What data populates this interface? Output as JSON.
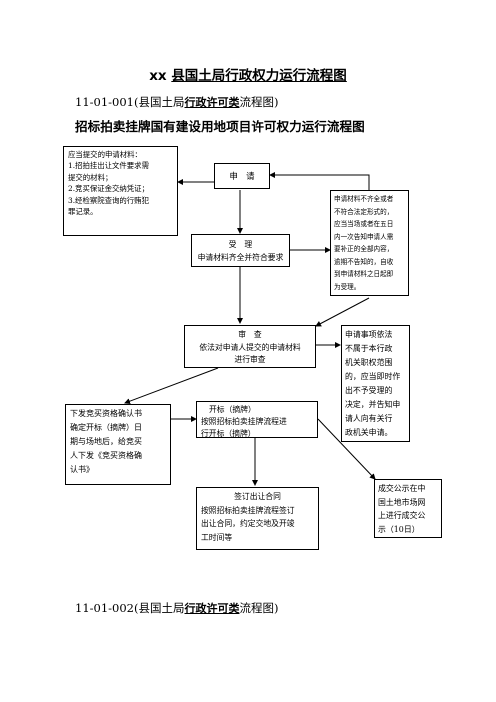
{
  "header": {
    "title_prefix": "xx",
    "title_main": "县国土局行政权力运行流程图"
  },
  "subtitle1": {
    "code": "11-01-001(县国土局",
    "emph": "行政许可类",
    "suffix": "流程图)"
  },
  "chart_heading": "招标拍卖挂牌国有建设用地项目许可权力运行流程图",
  "flow": {
    "materials": [
      "应当提交的申请材料：",
      "1.招拍挂出让文件要求需",
      "提交的材料；",
      "2.竞买保证金交纳凭证；",
      "3.经检察院查询的行贿犯",
      "罪记录。"
    ],
    "apply": "申　请",
    "incomplete": [
      "申请材料不齐全或者",
      "不符合法定形式的，",
      "应当当场或者在五日",
      "内一次告知申请人需",
      "要补正的全部内容，",
      "逾期不告知的，自收",
      "到申请材料之日起即",
      "为受理。"
    ],
    "accept": [
      "受　理",
      "申请材料齐全并符合要求"
    ],
    "review": [
      "审　查",
      "依法对申请人提交的申请材料",
      "进行审查"
    ],
    "not_accepted": [
      "申请事项依法",
      "不属于本行政",
      "机关职权范围",
      "的，应当即时作",
      "出不予受理的",
      "决定，并告知申",
      "请人向有关行",
      "政机关申请。"
    ],
    "confirm": [
      "下发竞买资格确认书",
      "确定开标（摘牌）日",
      "期与场地后，给竞买",
      "人下发《竞买资格确",
      "认书》"
    ],
    "opening": [
      "开标（摘牌）",
      "按照招标拍卖挂牌流程进",
      "行开标（摘牌）"
    ],
    "publicity": [
      "成交公示在中",
      "国土地市场网",
      "上进行成交公",
      "示（10日）"
    ],
    "contract": [
      "签订出让合同",
      "按照招标拍卖挂牌流程签订",
      "出让合同，约定交地及开竣",
      "工时间等"
    ]
  },
  "subtitle2": {
    "code": "11-01-002(县国土局",
    "emph": "行政许可类",
    "suffix": "流程图)"
  }
}
